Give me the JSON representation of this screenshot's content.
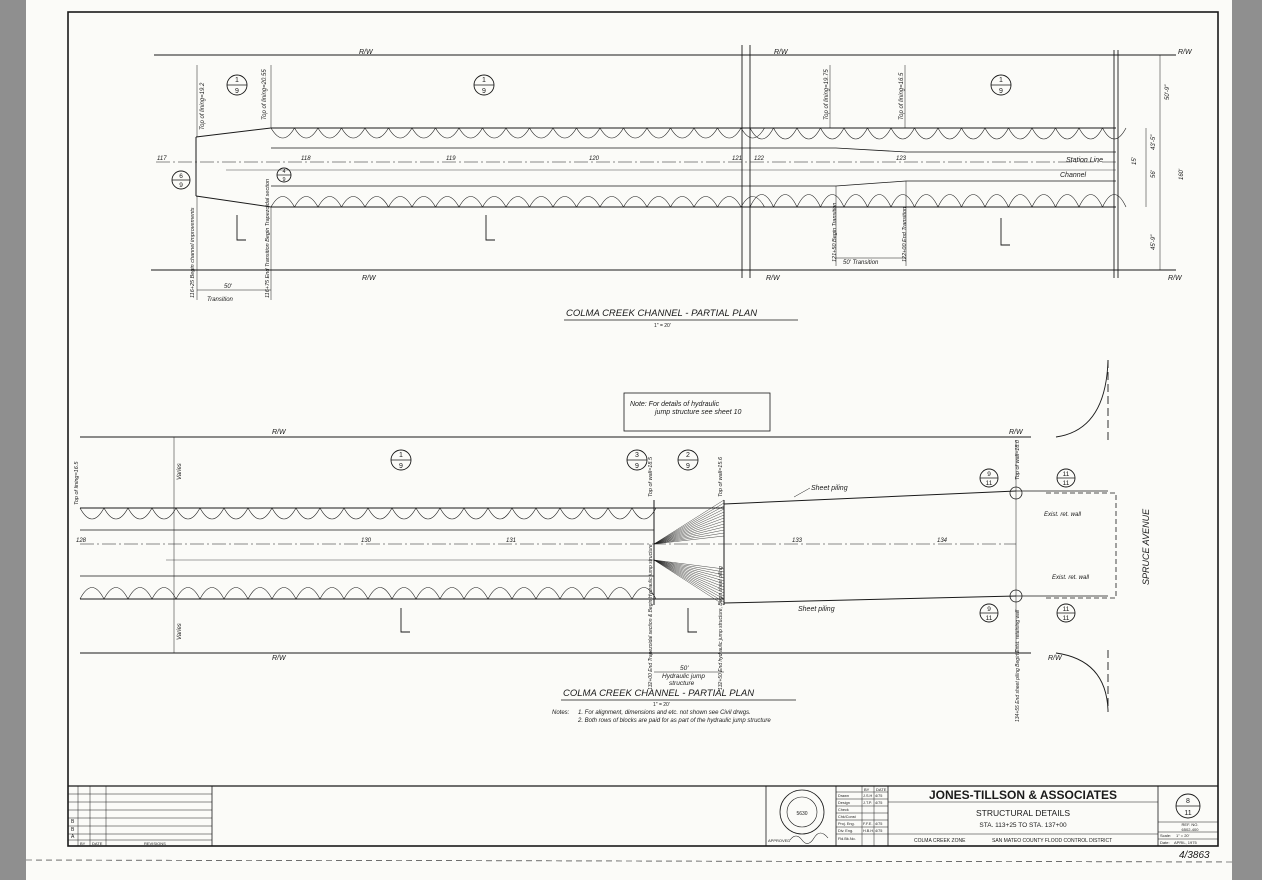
{
  "plan_top": {
    "title": "COLMA CREEK CHANNEL - PARTIAL PLAN",
    "scale": "1\" = 20'",
    "rw": "R/W",
    "stations": [
      "117",
      "118",
      "119",
      "120",
      "121",
      "122",
      "123"
    ],
    "callouts": {
      "top_of_lining_1": "Top of lining=19.2",
      "top_of_lining_2": "Top of lining=20.55",
      "top_of_lining_3": "Top of lining=19.75",
      "top_of_lining_4": "Top of lining=16.5",
      "begin_channel": "116+25 Begin channel improvements",
      "end_transition": "116+75 End Transition Begin Trapezoidal section",
      "begin_transition": "121+50 Begin Transition",
      "end_transition_2": "122+00 End Transition",
      "transition_50_a": "50'",
      "transition_a": "Transition",
      "transition_50_b": "50' Transition",
      "station_line": "Station Line",
      "channel": "Channel"
    },
    "dims": {
      "d1": "50'-9\"",
      "d2": "43'-5\"",
      "d3": "45'-9\"",
      "d4": "160'",
      "d5": "56'",
      "d6": "15'"
    },
    "section_refs": [
      {
        "num": "1",
        "den": "9"
      },
      {
        "num": "1",
        "den": "9"
      },
      {
        "num": "1",
        "den": "9"
      },
      {
        "num": "6",
        "den": "9"
      },
      {
        "num": "4",
        "den": "9"
      }
    ]
  },
  "note_box": {
    "line1": "Note: For details of hydraulic",
    "line2": "jump structure see sheet 10"
  },
  "plan_bottom": {
    "title": "COLMA CREEK CHANNEL - PARTIAL PLAN",
    "scale": "1\" = 20'",
    "rw": "R/W",
    "stations": [
      "128",
      "130",
      "131",
      "133",
      "134"
    ],
    "street": "SPRUCE AVENUE",
    "callouts": {
      "sheet_piling_top": "Sheet piling",
      "sheet_piling_bottom": "Sheet piling",
      "exist_wall_top": "Exist. ret. wall",
      "exist_wall_bottom": "Exist. ret. wall",
      "top_of_lining": "Top of lining=16.5",
      "top_of_wall_1": "Top of wall=18.5",
      "top_of_wall_2": "Top of wall=15.6",
      "top_of_wall_3": "Top of wall=18.0",
      "varies_1": "Varies",
      "varies_2": "Varies",
      "jump_50": "50'",
      "jump_a": "Hydraulic jump",
      "jump_b": "structure",
      "end_trap": "132+00 End Trapezoidal section & Begin Hydraulic jump structure",
      "end_jump": "132+50 End hydraulic jump structure, Begin sheet piling",
      "end_sheet": "134+55 End sheet piling Begin Exist. retaining wall"
    },
    "section_refs": [
      {
        "num": "1",
        "den": "9"
      },
      {
        "num": "3",
        "den": "9"
      },
      {
        "num": "2",
        "den": "9"
      },
      {
        "num": "9",
        "den": "11"
      },
      {
        "num": "11",
        "den": "11"
      },
      {
        "num": "9",
        "den": "11"
      },
      {
        "num": "11",
        "den": "11"
      }
    ]
  },
  "notes": {
    "label": "Notes:",
    "n1": "1. For alignment, dimensions and etc. not shown see Civil drwgs.",
    "n2": "2. Both rows of blocks are paid for as part of the hydraulic jump structure"
  },
  "title_block": {
    "revisions_header": {
      "by": "BY",
      "date": "DATE",
      "revisions": "REVISIONS"
    },
    "revision_marks": [
      "B",
      "B",
      "A"
    ],
    "approved": "APPROVED",
    "approval_table": {
      "header": {
        "by": "BY",
        "date": "DATE"
      },
      "rows": [
        {
          "label": "Drawn",
          "by": "J.S.H",
          "date": "4/75"
        },
        {
          "label": "Design",
          "by": "J.T.P.",
          "date": "4/75"
        },
        {
          "label": "Check",
          "by": "",
          "date": ""
        },
        {
          "label": "Chk/Const",
          "by": "",
          "date": ""
        },
        {
          "label": "Proj. Eng.",
          "by": "F.F.E.",
          "date": "4/75"
        },
        {
          "label": "Div. Eng.",
          "by": "H.B.H.",
          "date": "4/75"
        },
        {
          "label": "Fld.Bk.No.",
          "by": "",
          "date": ""
        }
      ]
    },
    "seal_number": "5630",
    "firm": "JONES-TILLSON & ASSOCIATES",
    "drawing_title": "STRUCTURAL DETAILS",
    "station_range": "STA. 113+25   TO   STA. 137+00",
    "zone": "COLMA CREEK ZONE",
    "district": "SAN MATEO COUNTY FLOOD CONTROL DISTRICT",
    "sheet": {
      "num": "8",
      "den": "11"
    },
    "ref_label": "REF. NO.",
    "ref_value": "6502-400",
    "scale_label": "Scale:",
    "scale_value": "1\" = 20'",
    "date_label": "Date:",
    "date_value": "APRIL, 1975"
  },
  "handwritten_number": "4/3863"
}
